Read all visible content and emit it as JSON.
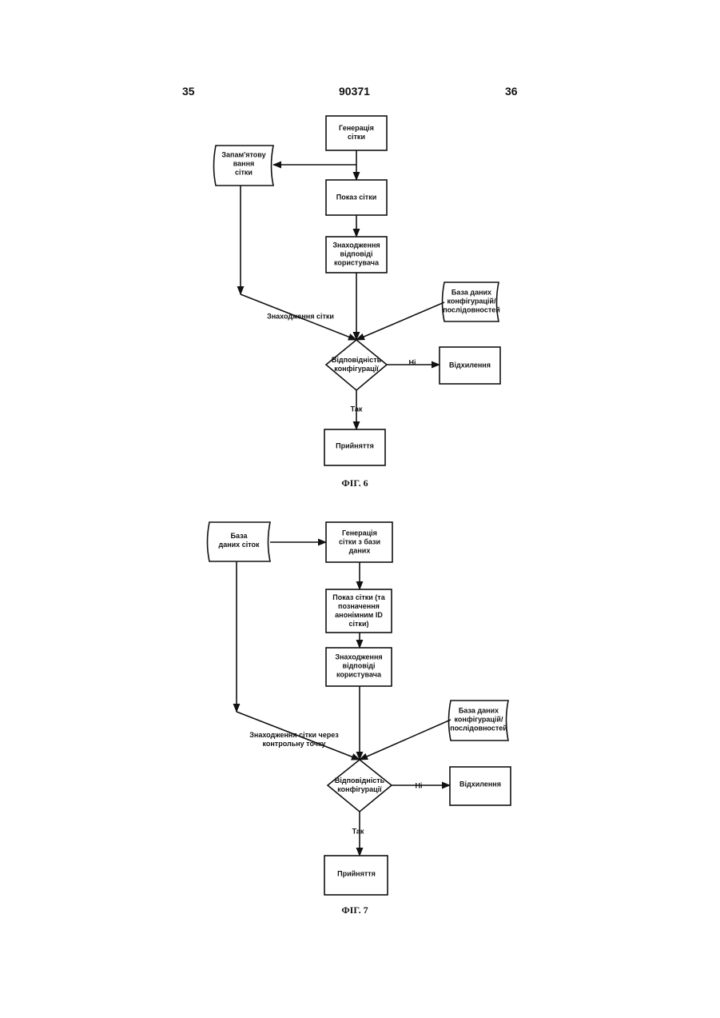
{
  "header": {
    "page_left": "35",
    "page_center": "90371",
    "page_right": "36"
  },
  "fig6": {
    "generate": "Генерація\nсітки",
    "store": "Запам'ятову\nвання\nсітки",
    "show": "Показ сітки",
    "find_response": "Знаходження\nвідповіді\nкористувача",
    "config_db": "База даних\nконфігурацій/\nпослідовностей",
    "find_grid": "Знаходження сітки",
    "match": "Відповідність\nконфігурації",
    "no": "Ні",
    "reject": "Відхилення",
    "yes": "Так",
    "accept": "Прийняття",
    "caption": "ФІГ. 6"
  },
  "fig7": {
    "grid_db": "База\nданих сіток",
    "generate": "Генерація\nсітки з бази\nданих",
    "show": "Показ сітки (та\nпозначення\nанонімним ID\nсітки)",
    "find_response": "Знаходження\nвідповіді\nкористувача",
    "config_db": "База даних\nконфігурацій/\nпослідовностей",
    "find_grid": "Знаходження сітки через\nконтрольну точку",
    "match": "Відповідність\nконфігурації",
    "no": "Ні",
    "reject": "Відхилення",
    "yes": "Так",
    "accept": "Прийняття",
    "caption": "ФІГ. 7"
  }
}
